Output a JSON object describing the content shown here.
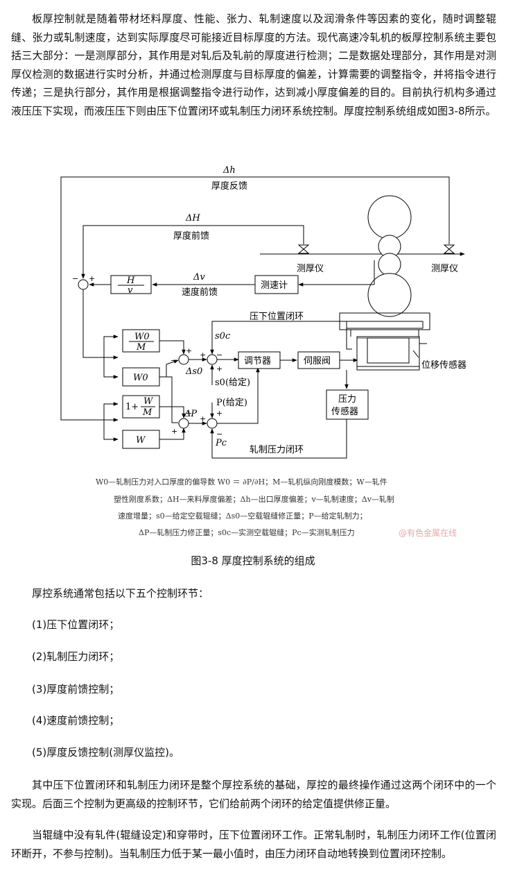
{
  "intro": "板厚控制就是随着带材坯料厚度、性能、张力、轧制速度以及润滑条件等因素的变化，随时调整辊缝、张力或轧制速度，达到实际厚度尽可能接近目标厚度的方法。现代高速冷轧机的板厚控制系统主要包括三大部分：一是测厚部分，其作用是对轧后及轧前的厚度进行检测；二是数据处理部分，其作用是对测厚仪检测的数据进行实时分析，并通过检测厚度与目标厚度的偏差，计算需要的调整指令，并将指令进行传递；三是执行部分，其作用是根据调整指令进行动作，达到减小厚度偏差的目的。目前执行机构多通过液压压下实现，而液压压下则由压下位置闭环或轧制压力闭环系统控制。厚度控制系统组成如图3-8所示。",
  "diagram": {
    "dh": "Δh",
    "feedback": "厚度反馈",
    "dH": "ΔH",
    "feedforward": "厚度前馈",
    "gauge1": "测厚仪",
    "gauge2": "测厚仪",
    "dv": "Δv",
    "speed_ff": "速度前馈",
    "tach": "测速计",
    "hv_num": "H",
    "hv_den": "v",
    "pos_loop": "压下位置闭环",
    "s0c": "s0c",
    "w0m_num": "W0",
    "w0m_den": "M",
    "w0": "W0",
    "ds0": "Δs0",
    "regulator": "调节器",
    "servo": "伺服阀",
    "disp_sensor": "位移传感器",
    "s0_given": "s0(给定)",
    "one_plus": "1+",
    "wm_num": "W",
    "wm_den": "M",
    "p_given": "P(给定)",
    "dp": "ΔP",
    "w": "W",
    "pc": "Pc",
    "press_loop": "轧制压力闭环",
    "press_sensor_1": "压力",
    "press_sensor_2": "传感器"
  },
  "legend": [
    "W0—轧制压力对入口厚度的偏导数 W0 ＝ ∂P/∂H；M—轧机纵向刚度模数；W—轧件",
    "塑性刚度系数；ΔH—来料厚度偏差；Δh—出口厚度偏差；v—轧制速度；Δv—轧制",
    "速度增量；s0—给定空载辊缝；Δs0—空载辊缝修正量；P—给定轧制力；",
    "ΔP—轧制压力修正量；s0c—实测空载辊缝；Pc—实测轧制压力"
  ],
  "watermark": "@有色金属在线",
  "caption": "图3-8 厚度控制系统的组成",
  "lead": "厚控系统通常包括以下五个控制环节：",
  "items": [
    "(1)压下位置闭环；",
    "(2)轧制压力闭环；",
    "(3)厚度前馈控制；",
    "(4)速度前馈控制；",
    "(5)厚度反馈控制(测厚仪监控)。"
  ],
  "para2": "其中压下位置闭环和轧制压力闭环是整个厚控系统的基础，厚控的最终操作通过这两个闭环中的一个实现。后面三个控制为更高级的控制环节，它们给前两个闭环的给定值提供修正量。",
  "para3": "当辊缝中没有轧件(辊缝设定)和穿带时，压下位置闭环工作。正常轧制时，轧制压力闭环工作(位置闭环断开，不参与控制)。当轧制压力低于某一最小值时，由压力闭环自动地转换到位置闭环控制。"
}
